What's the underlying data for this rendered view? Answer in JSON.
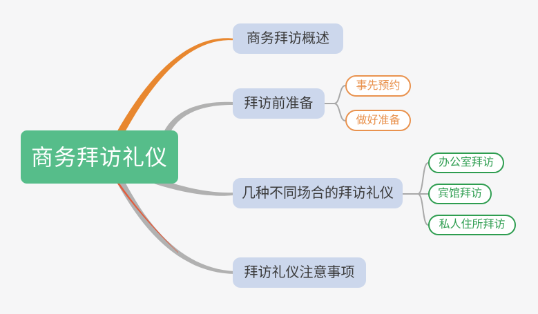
{
  "colors": {
    "background": "#f6f6f7",
    "root_bg": "#56bd8a",
    "root_text": "#ffffff",
    "branch_bg": "#ccd7ec",
    "branch_text": "#3b3b3b",
    "line_gray": "#b1b1b1",
    "line_orange": "#e8872f",
    "line_red": "#e25c3d",
    "child_link": "#a8a8a8",
    "child_bg": "#ffffff",
    "orange_child": "#e9924e",
    "green_child": "#2e9d50"
  },
  "root": {
    "label": "商务拜访礼仪"
  },
  "branches": [
    {
      "label": "商务拜访概述",
      "children": []
    },
    {
      "label": "拜访前准备",
      "children": [
        {
          "label": "事先预约"
        },
        {
          "label": "做好准备"
        }
      ]
    },
    {
      "label": "几种不同场合的拜访礼仪",
      "children": [
        {
          "label": "办公室拜访"
        },
        {
          "label": "宾馆拜访"
        },
        {
          "label": "私人住所拜访"
        }
      ]
    },
    {
      "label": "拜访礼仪注意事项",
      "children": []
    }
  ]
}
